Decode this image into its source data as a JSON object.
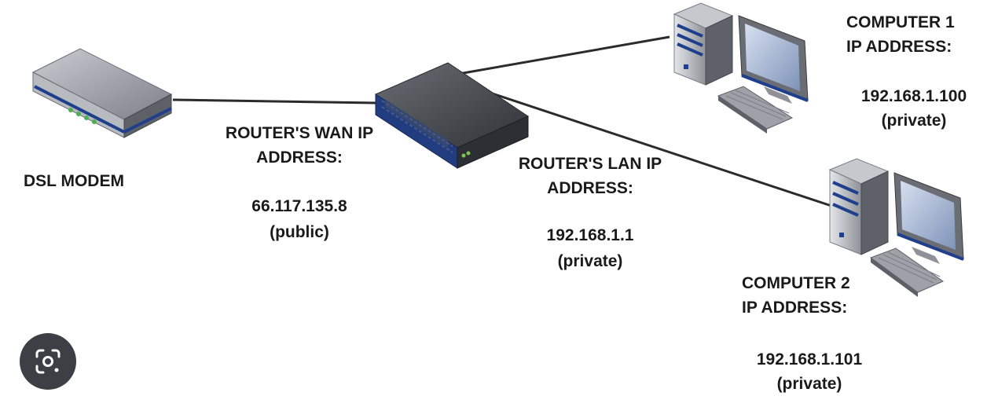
{
  "modem": {
    "label": "DSL MODEM"
  },
  "router": {
    "wan_title_line1": "ROUTER'S WAN IP",
    "wan_title_line2": "ADDRESS:",
    "wan_ip": "66.117.135.8",
    "wan_type": "(public)",
    "lan_title_line1": "ROUTER'S LAN IP",
    "lan_title_line2": "ADDRESS:",
    "lan_ip": "192.168.1.1",
    "lan_type": "(private)"
  },
  "computer1": {
    "title_line1": "COMPUTER 1",
    "title_line2": "IP ADDRESS:",
    "ip": "192.168.1.100",
    "type": "(private)"
  },
  "computer2": {
    "title_line1": "COMPUTER 2",
    "title_line2": "IP ADDRESS:",
    "ip": "192.168.1.101",
    "type": "(private)"
  },
  "colors": {
    "accent_blue": "#1f3f8c",
    "device_gray": "#8c9096",
    "link_line": "#2b2b2b",
    "lens_button_bg": "#3c3f43"
  },
  "icons": {
    "lens": "lens-icon"
  }
}
